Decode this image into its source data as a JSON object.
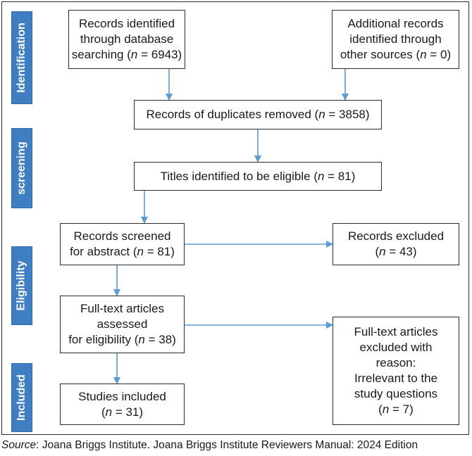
{
  "stages": {
    "identification": "Identification",
    "screening": "screening",
    "eligibility": "Eligibility",
    "included": "Included"
  },
  "boxes": {
    "database": {
      "lines": [
        "Records identified",
        "through database"
      ],
      "n_prefix": "searching (",
      "n_suffix": " = 6943)"
    },
    "other_sources": {
      "lines": [
        "Additional records",
        "identified through"
      ],
      "n_prefix": "other sources (",
      "n_suffix": " = 0)"
    },
    "duplicates": {
      "n_prefix": "Records of duplicates removed (",
      "n_suffix": " = 3858)"
    },
    "titles": {
      "n_prefix": "Titles identified to be eligible (",
      "n_suffix": " = 81)"
    },
    "abstract": {
      "lines": [
        "Records screened"
      ],
      "n_prefix": "for abstract (",
      "n_suffix": " = 81)"
    },
    "excluded": {
      "lines": [
        "Records excluded"
      ],
      "n_prefix": "(",
      "n_suffix": " = 43)"
    },
    "fulltext": {
      "lines": [
        "Full-text articles",
        "assessed"
      ],
      "n_prefix": "for eligibility (",
      "n_suffix": " = 38)"
    },
    "fulltext_excluded": {
      "lines": [
        "Full-text articles",
        "excluded with",
        "reason:",
        "Irrelevant to the",
        "study questions"
      ],
      "n_prefix": "(",
      "n_suffix": " = 7)"
    },
    "included": {
      "lines": [
        "Studies included"
      ],
      "n_prefix": "(",
      "n_suffix": " = 31)"
    }
  },
  "n_symbol": "n",
  "source": {
    "label": "Source",
    "text": ": Joana Briggs Institute. Joana Briggs Institute Reviewers Manual: 2024 Edition"
  },
  "colors": {
    "stage_fill": "#3f7fc1",
    "arrow": "#5b9bd5",
    "border": "#2b2b2b"
  }
}
